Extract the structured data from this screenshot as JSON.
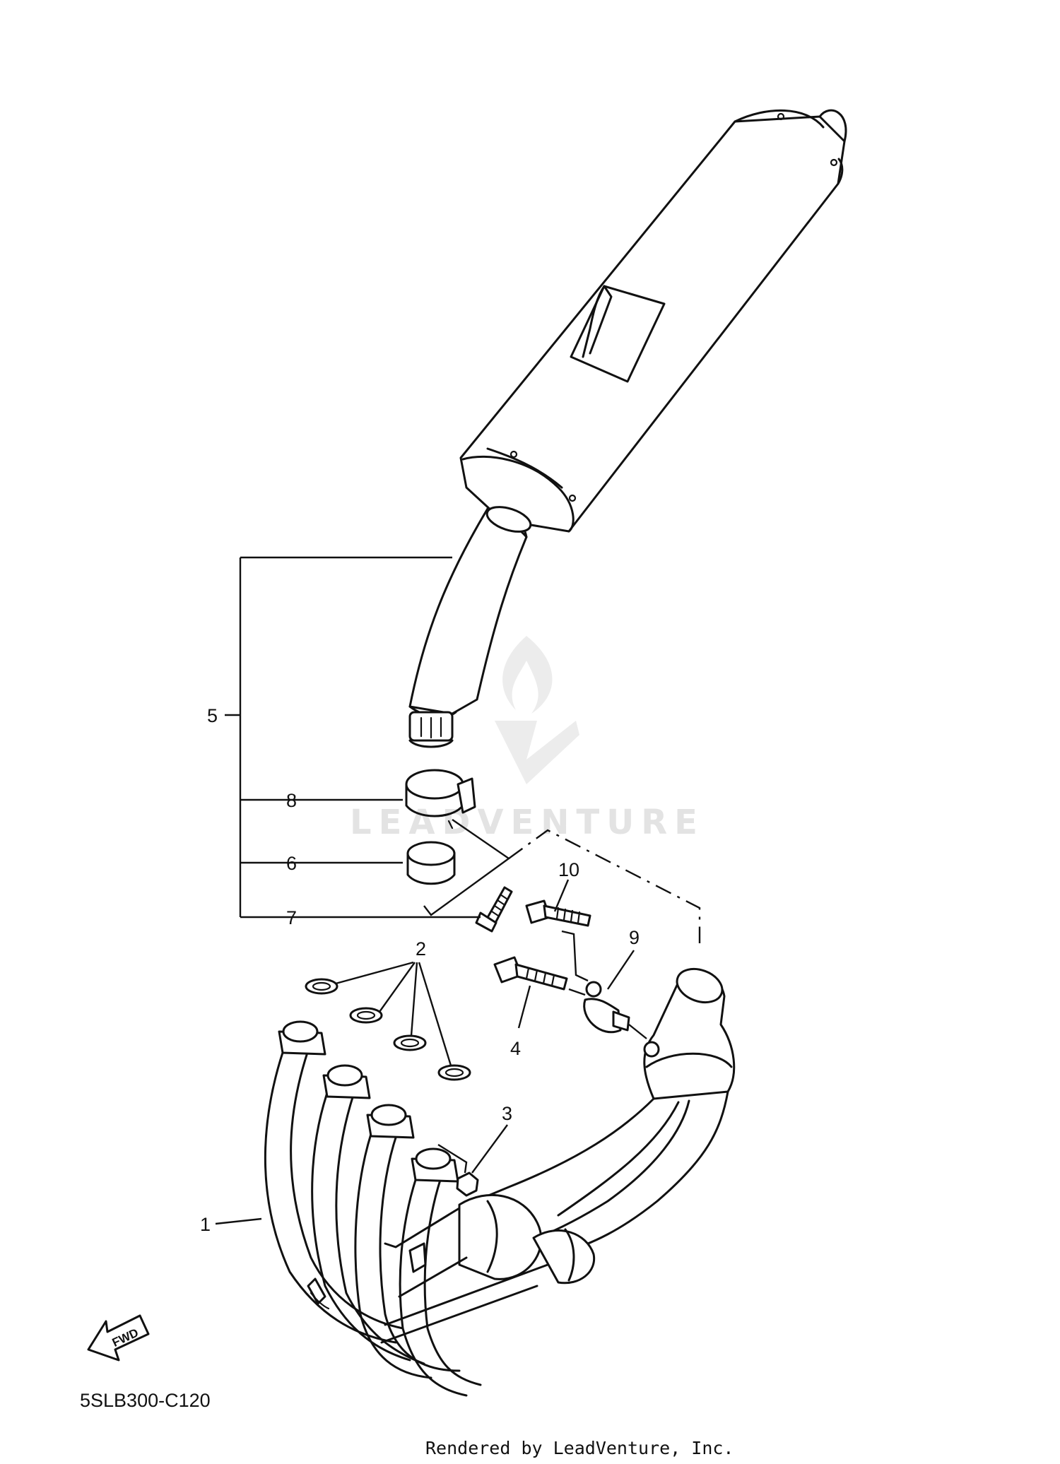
{
  "diagram_code": "5SLB300-C120",
  "footer_text": "Rendered by LeadVenture, Inc.",
  "watermark_text": "LEADVENTURE",
  "fwd_label": "FWD",
  "callouts": {
    "c1": "1",
    "c2": "2",
    "c3": "3",
    "c4": "4",
    "c5": "5",
    "c6": "6",
    "c7": "7",
    "c8": "8",
    "c9": "9",
    "c10": "10"
  }
}
